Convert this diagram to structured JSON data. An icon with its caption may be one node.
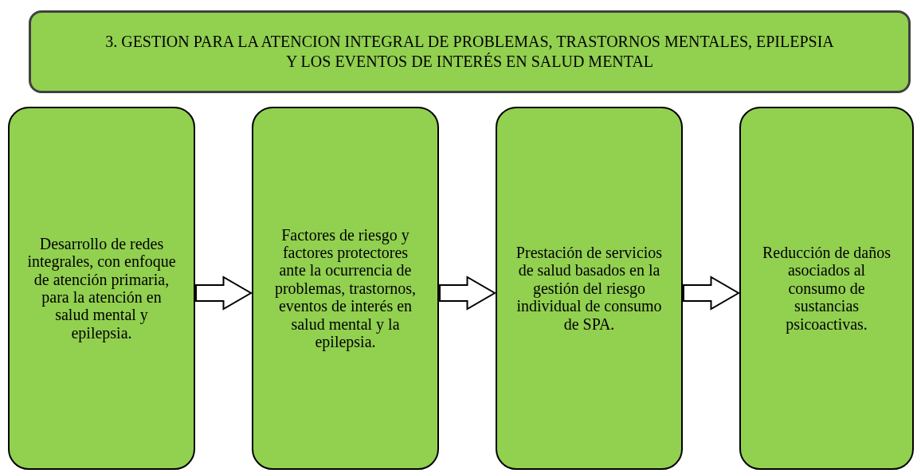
{
  "diagram": {
    "nodes": [
      {
        "text": [
          "3. GESTION PARA LA ATENCION INTEGRAL DE PROBLEMAS, TRASTORNOS MENTALES, EPILEPSIA Y LOS EVENTOS DE INTERÉS EN SALUD MENTAL"
        ]
      },
      {
        "text": [
          "Desarrollo de redes integrales, con enfoque de atención primaria, para la atención en salud mental y epilepsia."
        ]
      },
      {
        "text": [
          "Factores de riesgo y factores protectores ante la ocurrencia de problemas, trastornos, eventos de interés en salud mental y la epilepsia."
        ]
      },
      {
        "text": [
          "Prestación de servicios de salud basados en la gestión del riesgo individual de consumo de SPA."
        ]
      },
      {
        "text": [
          "Reducción de daños asociados al consumo de sustancias psicoactivas."
        ]
      }
    ],
    "edges": [
      {
        "from": 1,
        "to": 2,
        "arrow": "to"
      },
      {
        "from": 2,
        "to": 3,
        "arrow": "to"
      },
      {
        "from": 3,
        "to": 4,
        "arrow": "to"
      }
    ]
  }
}
